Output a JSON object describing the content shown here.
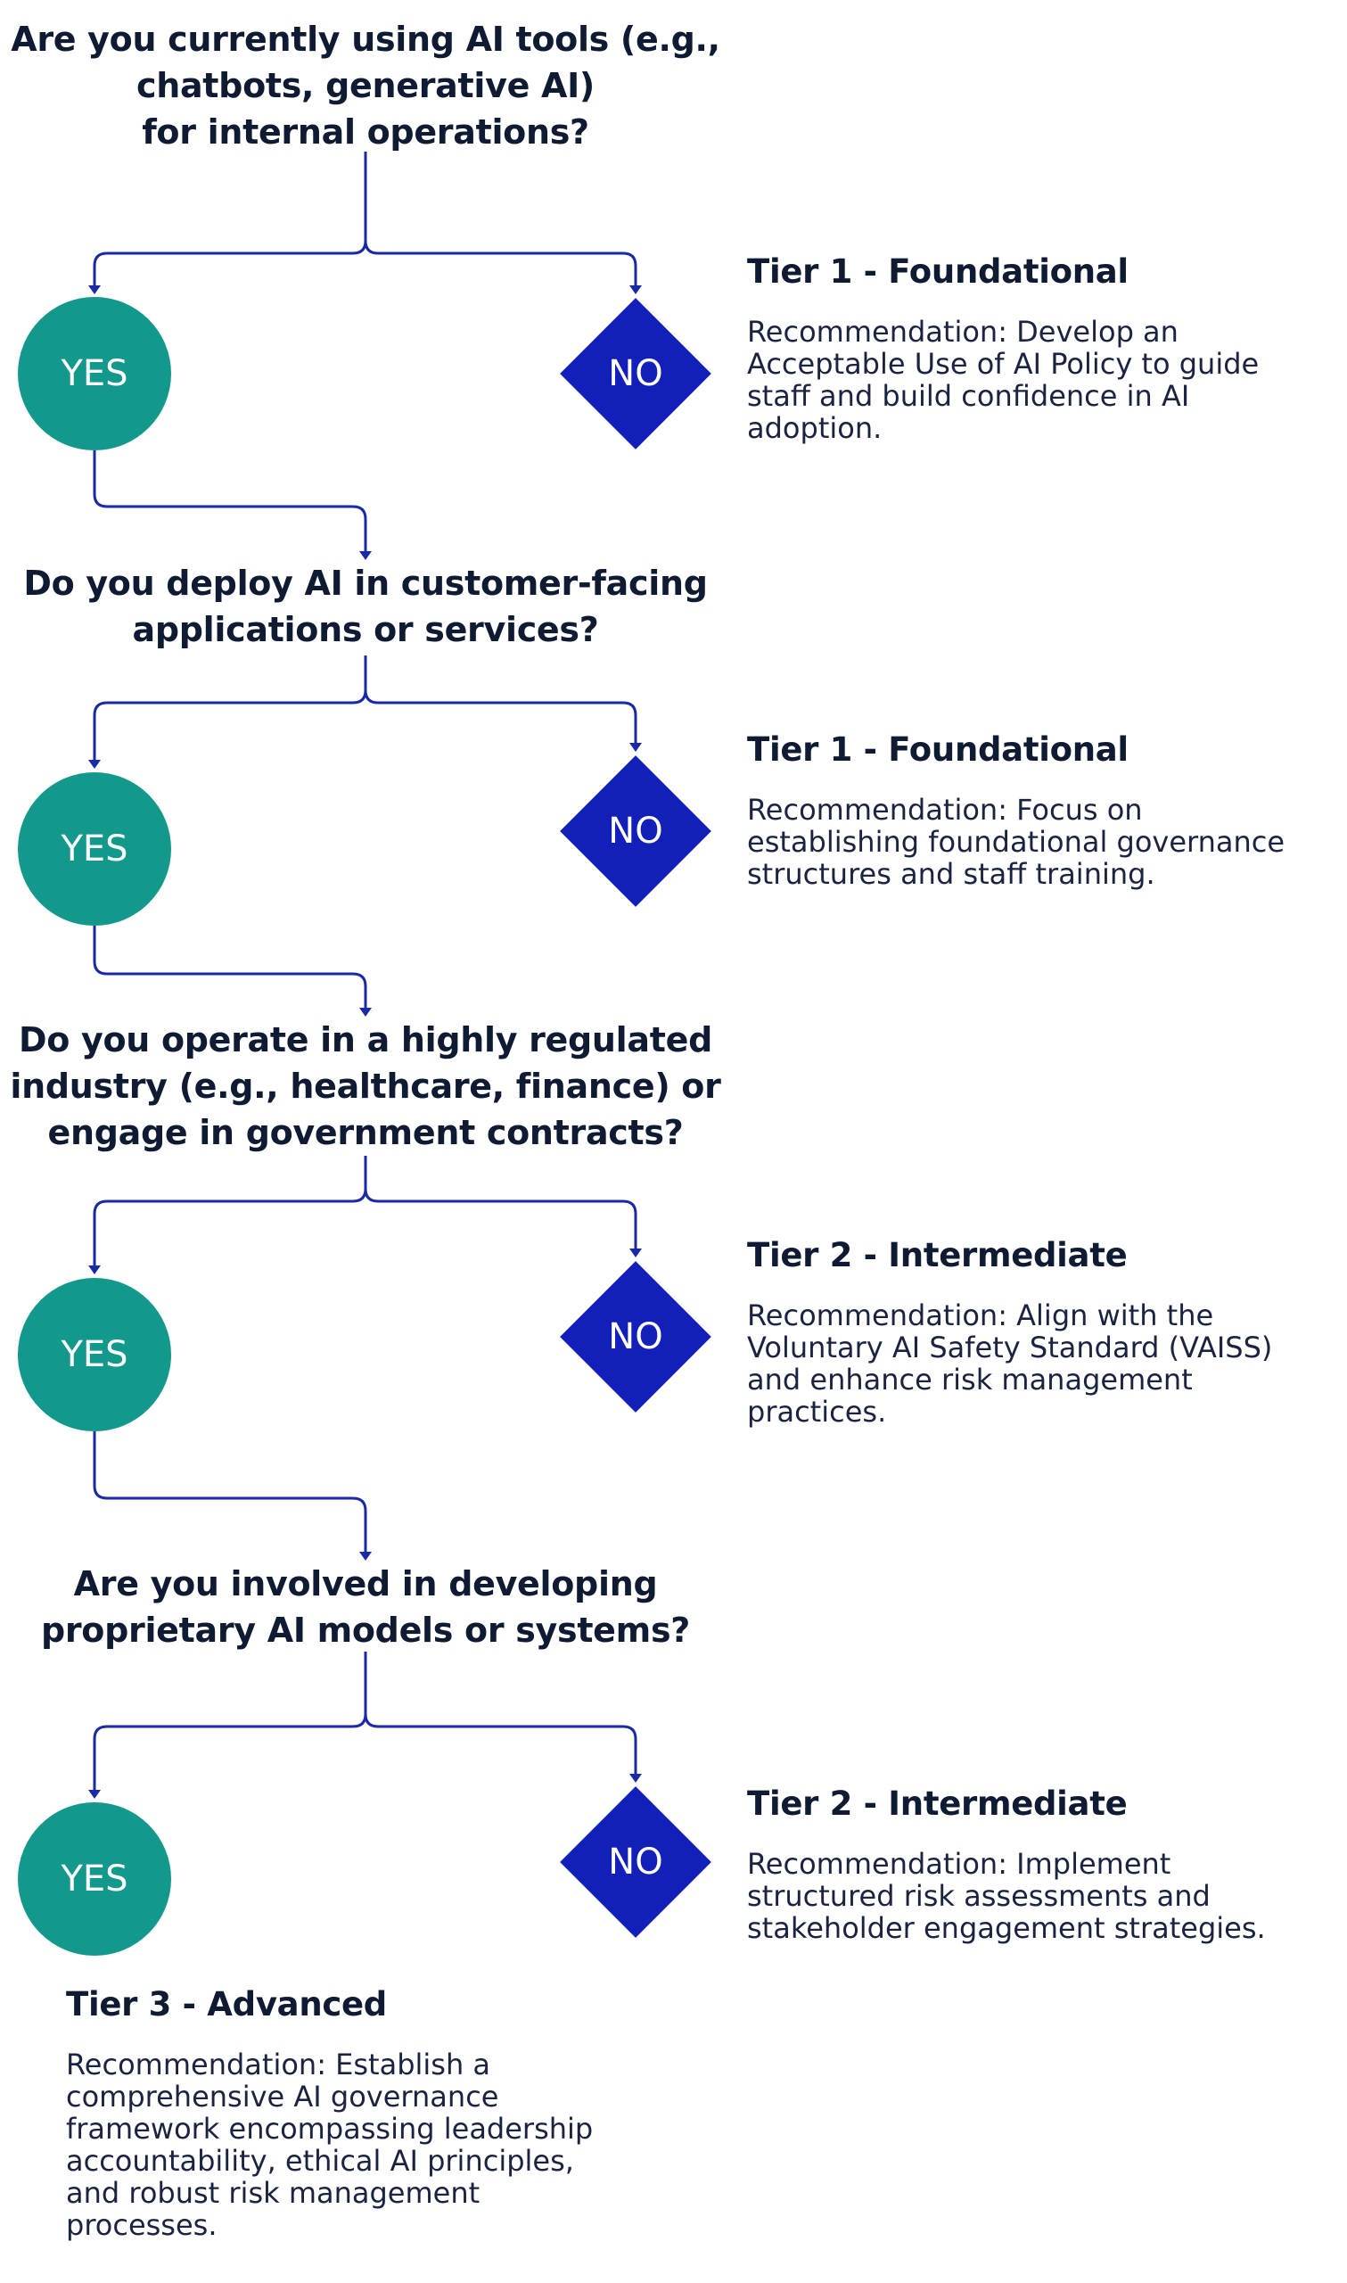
{
  "colors": {
    "connector": "#1a2aa6",
    "yes_fill": "#12998b",
    "no_fill": "#1220b9",
    "text": "#0f1a33"
  },
  "nodes": {
    "yes_label": "YES",
    "no_label": "NO"
  },
  "steps": [
    {
      "question": "Are you currently using AI tools (e.g., chatbots, generative AI) for internal operations?",
      "question_lines": [
        "Are you currently using AI tools (e.g.,",
        "chatbots, generative AI)",
        "for internal operations?"
      ],
      "no_outcome": {
        "tier": "Tier 1 - Foundational",
        "recommendation": "Recommendation: Develop an Acceptable Use of AI Policy to guide staff and build confidence in AI adoption."
      }
    },
    {
      "question": "Do you deploy AI in customer-facing applications or services?",
      "question_lines": [
        "Do you deploy AI in customer-facing",
        "applications or services?"
      ],
      "no_outcome": {
        "tier": "Tier 1 - Foundational",
        "recommendation": "Recommendation: Focus on establishing foundational governance structures and staff training."
      }
    },
    {
      "question": "Do you operate in a highly regulated industry (e.g., healthcare, finance) or engage in government contracts?",
      "question_lines": [
        "Do you operate in a highly regulated",
        "industry (e.g., healthcare, finance) or",
        "engage in government contracts?"
      ],
      "no_outcome": {
        "tier": "Tier 2 - Intermediate",
        "recommendation": "Recommendation: Align with the Voluntary AI Safety Standard (VAISS) and enhance risk management practices."
      }
    },
    {
      "question": "Are you involved in developing proprietary AI models or systems?",
      "question_lines": [
        "Are you involved in developing",
        "proprietary AI models or systems?"
      ],
      "no_outcome": {
        "tier": "Tier 2 - Intermediate",
        "recommendation": "Recommendation: Implement structured risk assessments and stakeholder engagement strategies."
      }
    }
  ],
  "final_outcome": {
    "tier": "Tier 3 - Advanced",
    "recommendation": "Recommendation: Establish a comprehensive AI governance framework encompassing leadership accountability, ethical AI principles, and robust risk management processes."
  }
}
